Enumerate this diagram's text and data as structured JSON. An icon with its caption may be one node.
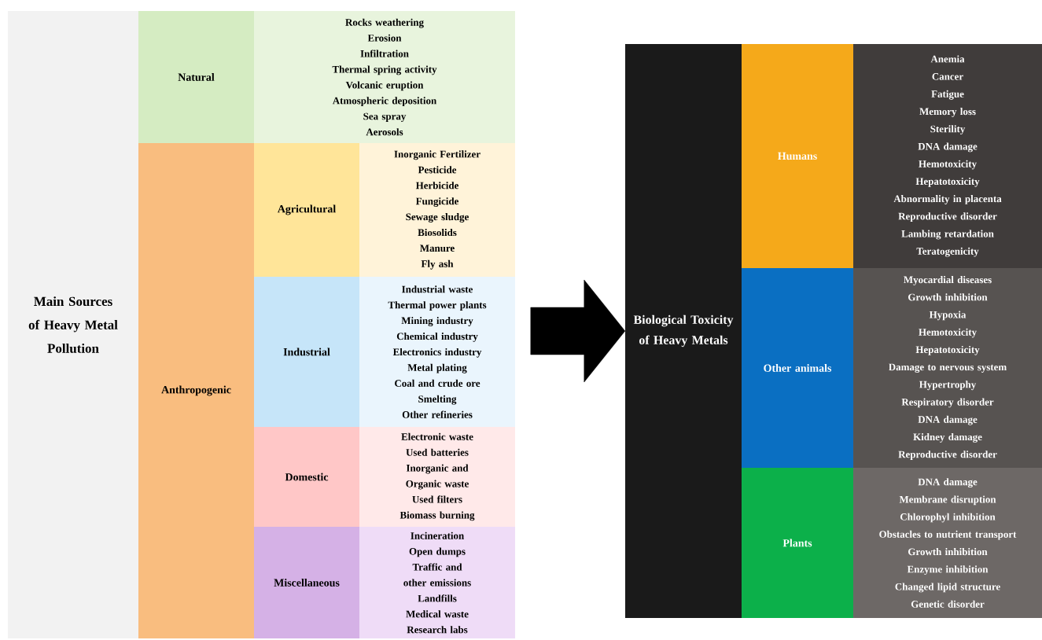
{
  "diagram": {
    "nodes": [
      {
        "text": [
          "Main Sources of Heavy Metal Pollution"
        ]
      },
      {
        "text": [
          "Natural"
        ]
      },
      {
        "text": [
          "Rocks weathering",
          "Erosion",
          "Infiltration",
          "Thermal spring activity",
          "Volcanic eruption",
          "Atmospheric deposition",
          "Sea spray",
          "Aerosols"
        ]
      },
      {
        "text": [
          "Anthropogenic"
        ]
      },
      {
        "text": [
          "Agricultural"
        ]
      },
      {
        "text": [
          "Inorganic Fertilizer",
          "Pesticide",
          "Herbicide",
          "Fungicide",
          "Sewage sludge",
          "Biosolids",
          "Manure",
          "Fly ash"
        ]
      },
      {
        "text": [
          "Industrial"
        ]
      },
      {
        "text": [
          "Industrial waste",
          "Thermal power plants",
          "Mining industry",
          "Chemical industry",
          "Electronics industry",
          "Metal plating",
          "Coal and crude ore",
          "Smelting",
          "Other refineries"
        ]
      },
      {
        "text": [
          "Domestic"
        ]
      },
      {
        "text": [
          "Electronic waste",
          "Used batteries",
          "Inorganic and Organic waste",
          "Used filters",
          "Biomass burning"
        ]
      },
      {
        "text": [
          "Miscellaneous"
        ]
      },
      {
        "text": [
          "Incineration",
          "Open dumps",
          "Traffic and other emissions",
          "Landfills",
          "Medical waste",
          "Research labs"
        ]
      },
      {
        "text": [
          "Biological Toxicity of Heavy Metals"
        ]
      },
      {
        "text": [
          "Humans"
        ]
      },
      {
        "text": [
          "Anemia",
          "Cancer",
          "Fatigue",
          "Memory loss",
          "Sterility",
          "DNA damage",
          "Hemotoxicity",
          "Hepatotoxicity",
          "Abnormality in placenta",
          "Reproductive disorder",
          "Lambing retardation",
          "Teratogenicity"
        ]
      },
      {
        "text": [
          "Other animals"
        ]
      },
      {
        "text": [
          "Myocardial diseases",
          "Growth inhibition",
          "Hypoxia",
          "Hemotoxicity",
          "Hepatotoxicity",
          "Damage to nervous system",
          "Hypertrophy",
          "Respiratory disorder",
          "DNA damage",
          "Kidney damage",
          "Reproductive disorder"
        ]
      },
      {
        "text": [
          "Plants"
        ]
      },
      {
        "text": [
          "DNA damage",
          "Membrane disruption",
          "Chlorophyl inhibition",
          "Obstacles to nutrient transport",
          "Growth inhibition",
          "Enzyme inhibition",
          "Changed lipid structure",
          "Genetic disorder"
        ]
      }
    ],
    "edges": [
      {
        "from": null,
        "to": 12,
        "arrow": "to"
      }
    ]
  }
}
